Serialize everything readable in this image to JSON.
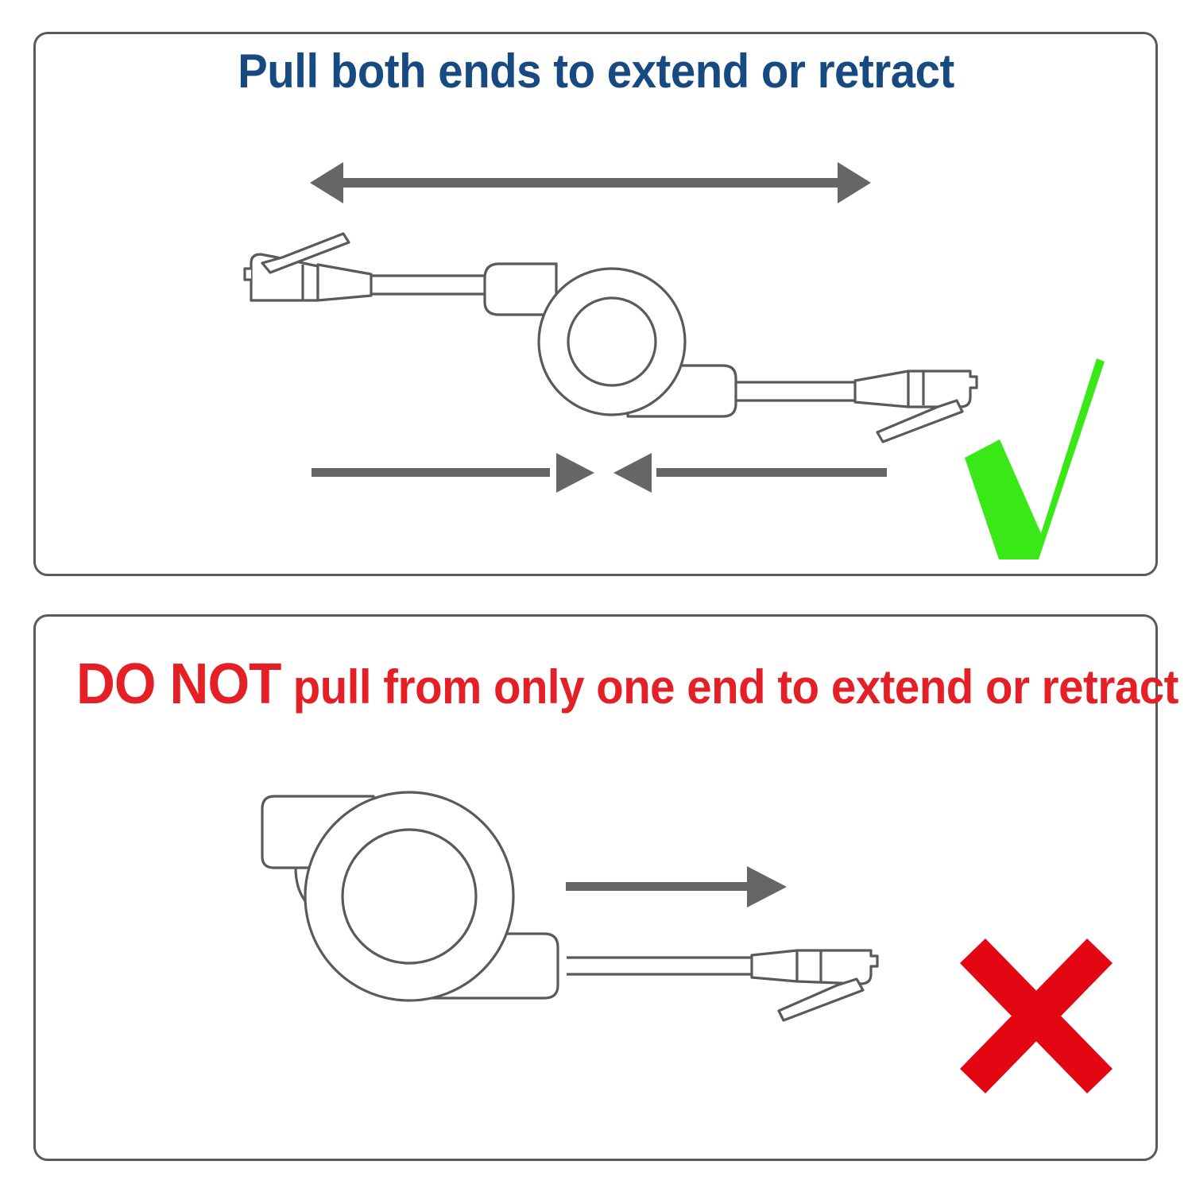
{
  "document": {
    "kind": "instruction-diagram",
    "subject": "retractable-ethernet-cable-reel"
  },
  "colors": {
    "panel_border": "#5a5a5a",
    "line_art": "#5a5a5a",
    "arrow": "#666666",
    "title_blue": "#164a80",
    "title_red": "#e41f26",
    "check_green": "#3ae817",
    "cross_red": "#e30613",
    "background": "#ffffff"
  },
  "panels": [
    {
      "id": "correct",
      "title": "Pull both ends to extend or retract",
      "title_color": "#164a80",
      "verdict": "correct",
      "verdict_icon": "checkmark-icon",
      "verdict_color": "#3ae817",
      "arrows": [
        {
          "name": "extend-arrow",
          "label": "extend",
          "direction": "bidirectional-horizontal",
          "heads": [
            "left",
            "right"
          ]
        },
        {
          "name": "retract-arrow-left",
          "label": "retract",
          "direction": "rightward",
          "heads": [
            "right"
          ]
        },
        {
          "name": "retract-arrow-right",
          "label": "retract",
          "direction": "leftward",
          "heads": [
            "left"
          ]
        }
      ],
      "parts": [
        "rj45-connector-left",
        "cable-left",
        "cable-reel",
        "cable-right",
        "rj45-connector-right"
      ]
    },
    {
      "id": "incorrect",
      "title_emphasis": "DO NOT",
      "title_rest": " pull from only one end to extend or retract",
      "title_color": "#e41f26",
      "verdict": "incorrect",
      "verdict_icon": "cross-icon",
      "verdict_color": "#e30613",
      "arrows": [
        {
          "name": "single-pull-arrow",
          "label": "pull one end",
          "direction": "rightward",
          "heads": [
            "right"
          ]
        }
      ],
      "parts": [
        "cable-reel",
        "cable-right",
        "rj45-connector-right"
      ]
    }
  ]
}
